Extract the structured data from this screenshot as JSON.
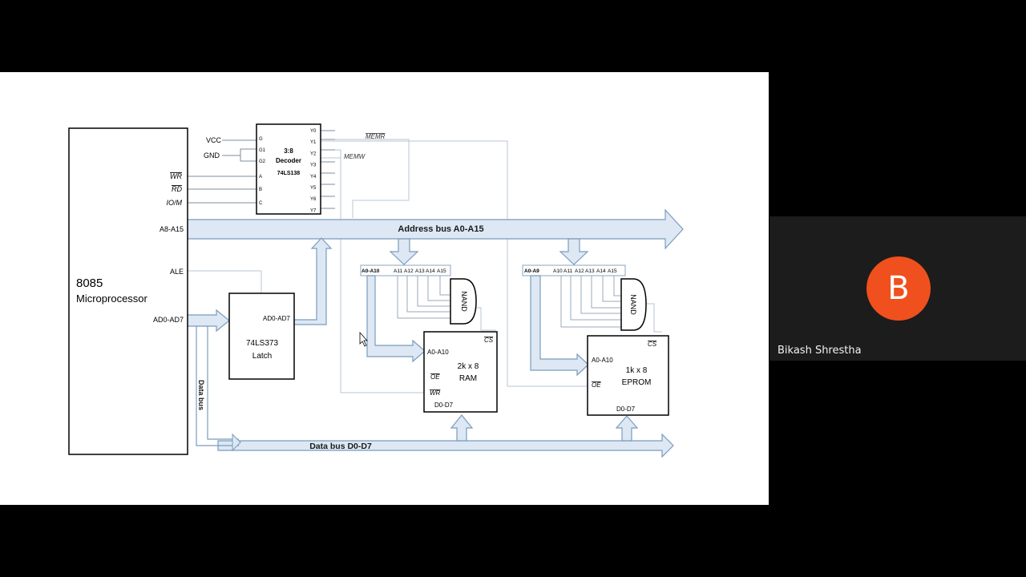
{
  "participant": {
    "initial": "B",
    "name": "Bikash Shrestha"
  },
  "diagram": {
    "cpu": {
      "title": "8085",
      "subtitle": "Microprocessor"
    },
    "cpu_pins": {
      "wr": "WR",
      "rd": "RD",
      "io_m": "IO/M",
      "a8_a15": "A8-A15",
      "ale": "ALE",
      "ad0_ad7": "AD0-AD7"
    },
    "decoder": {
      "line1": "3:8",
      "line2": "Decoder",
      "line3": "74LS138",
      "input_pins": [
        "G",
        "G1",
        "G2",
        "A",
        "B",
        "C"
      ],
      "outputs": [
        "Y0",
        "Y1",
        "Y2",
        "Y3",
        "Y4",
        "Y5",
        "Y6",
        "Y7"
      ]
    },
    "power": {
      "vcc": "VCC",
      "gnd": "GND"
    },
    "signals": {
      "memr": "MEMR",
      "memw": "MEMW"
    },
    "latch": {
      "pin": "AD0-AD7",
      "line1": "74LS373",
      "line2": "Latch"
    },
    "address_bus": "Address bus A0-A15",
    "data_bus_vertical": "Data bus",
    "data_bus": "Data bus D0-D7",
    "ram_addr_strip": [
      "A0-A10",
      "A11",
      "A12",
      "A13",
      "A14",
      "A15"
    ],
    "eprom_addr_strip": [
      "A0-A9",
      "A10",
      "A11",
      "A12",
      "A13",
      "A14",
      "A15"
    ],
    "nand": "NAND",
    "ram": {
      "cs": "CS",
      "addr": "A0-A10",
      "line1": "2k x 8",
      "line2": "RAM",
      "oe": "OE",
      "wr": "WR",
      "data": "D0-D7"
    },
    "eprom": {
      "cs": "CS",
      "addr": "A0-A10",
      "line1": "1k x 8",
      "line2": "EPROM",
      "oe": "OE",
      "data": "D0-D7"
    }
  }
}
